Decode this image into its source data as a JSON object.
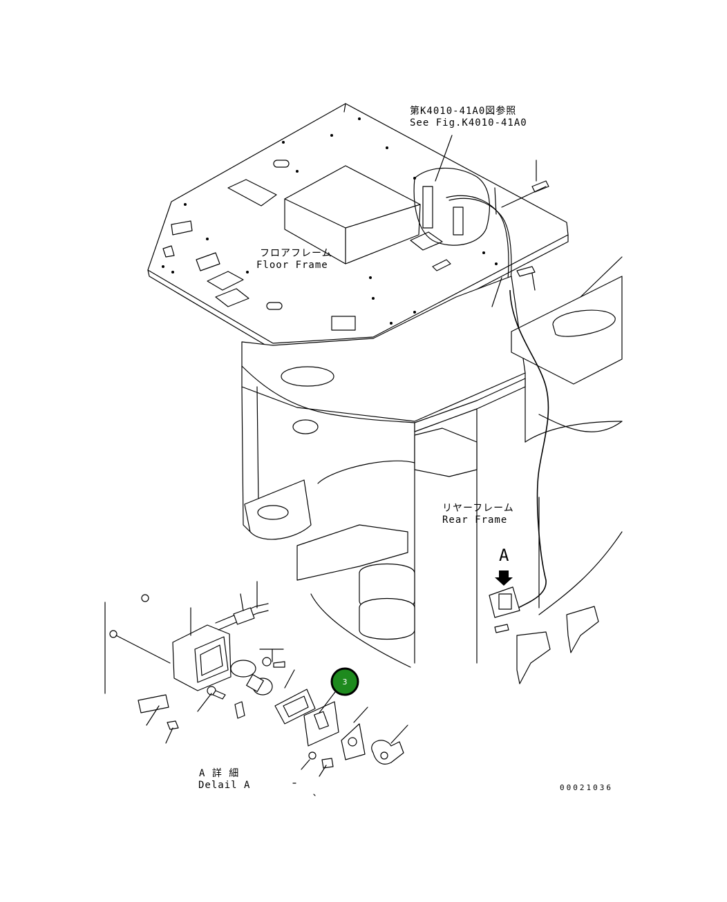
{
  "labels": {
    "see_fig_ja": "第K4010-41A0図参照",
    "see_fig_en": "See Fig.K4010-41A0",
    "floor_frame_ja": "フロアフレーム",
    "floor_frame_en": "Floor Frame",
    "rear_frame_ja": "リヤーフレーム",
    "rear_frame_en": "Rear Frame",
    "view_marker": "A",
    "detail_ja": "A 詳 細",
    "detail_en": "Delail A",
    "drawing_number": "00021036"
  },
  "callouts": [
    {
      "number": "3",
      "color": "#1e8a1e"
    }
  ],
  "colors": {
    "line": "#000000",
    "background": "#ffffff",
    "callout_fill": "#1e8a1e"
  }
}
